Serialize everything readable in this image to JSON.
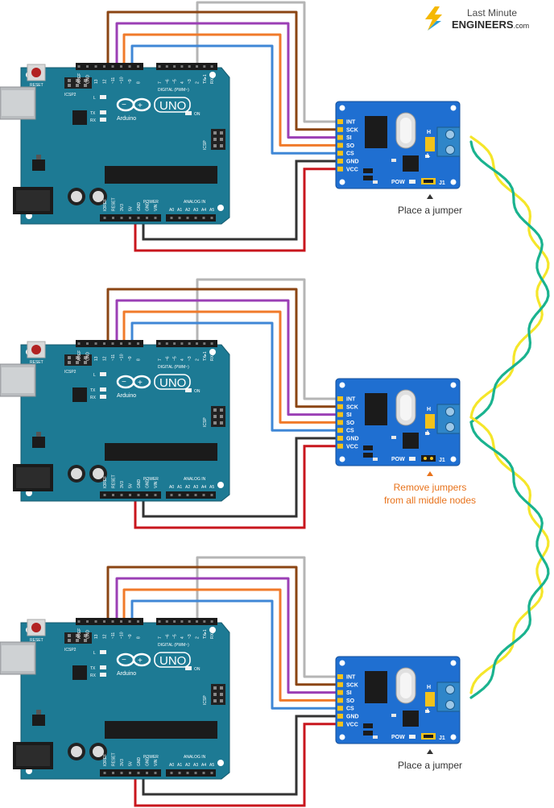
{
  "logo": {
    "line1": "Last Minute",
    "line2": "ENGINEERS",
    "suffix": ".com",
    "bolt_color": "#f5b800",
    "bolt_color_2": "#2a9fd6"
  },
  "arduino": {
    "model": "UNO",
    "brand": "Arduino",
    "reset_label": "RESET",
    "icsp2_label": "ICSP2",
    "icsp_label": "ICSP",
    "on_label": "ON",
    "l_label": "L",
    "tx_label": "TX",
    "rx_label": "RX",
    "digital_label": "DIGITAL (PWM~)",
    "power_label": "POWER",
    "analog_label": "ANALOG IN",
    "digital_pins": [
      "AREF",
      "GND",
      "13",
      "12",
      "~11",
      "~10",
      "~9",
      "8",
      "7",
      "~6",
      "~5",
      "4",
      "~3",
      "2",
      "TX▸1",
      "RX◂0"
    ],
    "power_pins": [
      "IOREF",
      "RESET",
      "3V3",
      "5V",
      "GND",
      "GND",
      "VIN"
    ],
    "analog_pins": [
      "A0",
      "A1",
      "A2",
      "A3",
      "A4",
      "A5"
    ],
    "board_color": "#1d7a94"
  },
  "module": {
    "pins": [
      "INT",
      "SCK",
      "SI",
      "SO",
      "CS",
      "GND",
      "VCC"
    ],
    "h_label": "H",
    "l_label": "L",
    "pow_label": "POW",
    "j1_label": "J1",
    "board_color": "#1f6fd1"
  },
  "wires": {
    "INT": "#b5b5b5",
    "SCK": "#8b4513",
    "SI": "#9b3fb5",
    "SO": "#f07a2a",
    "CS": "#3f87d6",
    "GND": "#333333",
    "VCC": "#c8161d"
  },
  "bus": {
    "color_h": "#f5e62a",
    "color_l": "#1ab38f"
  },
  "nodes": [
    {
      "name": "top",
      "caption": "Place a jumper",
      "caption_color": "#333333",
      "jumper": true
    },
    {
      "name": "middle",
      "caption_line1": "Remove jumpers",
      "caption_line2": "from all middle nodes",
      "caption_color": "#e8731c",
      "jumper": false
    },
    {
      "name": "bottom",
      "caption": "Place a jumper",
      "caption_color": "#333333",
      "jumper": true
    }
  ]
}
